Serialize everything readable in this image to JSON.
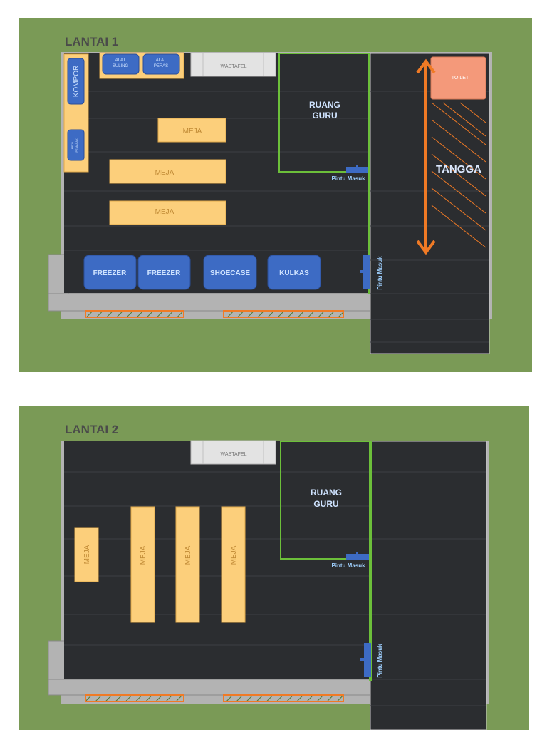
{
  "colors": {
    "grass": "#7a9a56",
    "floor": "#2b2d30",
    "wall_gray": "#b3b3b3",
    "table": "#fccf7b",
    "table_stroke": "#e0a94a",
    "appliance": "#3d6bc4",
    "appliance_stroke": "#2a4e99",
    "sink": "#e3e3e3",
    "toilet": "#f4997a",
    "stair_orange": "#f07a25",
    "green_wall": "#6cbf3a",
    "title": "#4a4a4a",
    "light_blue_text": "#cfe3ff",
    "table_text": "#c08a35"
  },
  "floor1": {
    "title": "LANTAI 1",
    "alat_suling": [
      "ALAT",
      "SULING"
    ],
    "alat_peras": [
      "ALAT",
      "PERAS"
    ],
    "wastafel": "WASTAFEL",
    "kompor": "KOMPOR",
    "meja_pemasak": [
      "MEJA",
      "PEMASAK"
    ],
    "meja_1": "MEJA",
    "meja_2": "MEJA",
    "meja_3": "MEJA",
    "ruang_guru": [
      "RUANG",
      "GURU"
    ],
    "pintu_masuk_guru": "Pintu Masuk",
    "pintu_masuk_side": "Pintu Masuk",
    "toilet": "TOILET",
    "tangga": "TANGGA",
    "freezer_1": "FREEZER",
    "freezer_2": "FREEZER",
    "shoecase": "SHOECASE",
    "kulkas": "KULKAS"
  },
  "floor2": {
    "title": "LANTAI 2",
    "wastafel": "WASTAFEL",
    "ruang_guru": [
      "RUANG",
      "GURU"
    ],
    "pintu_masuk_guru": "Pintu Masuk",
    "pintu_masuk_side": "Pintu Masuk",
    "meja_1": "MEJA",
    "meja_2": "MEJA",
    "meja_3": "MEJA",
    "meja_4": "MEJA"
  }
}
